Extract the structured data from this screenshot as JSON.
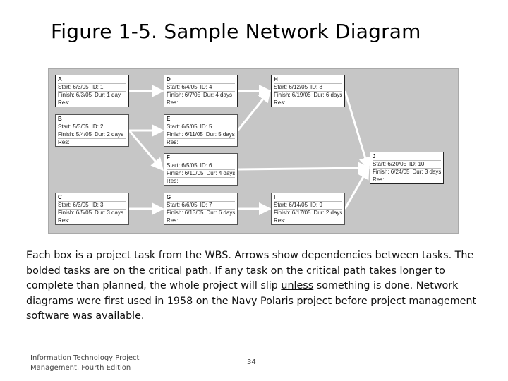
{
  "slide": {
    "title": "Figure 1-5. Sample Network Diagram",
    "caption_parts": [
      "Each box is a project task from the WBS. Arrows show dependencies between tasks. The bolded tasks are on the critical path. If any task on the critical path takes longer to complete than planned, the whole project will slip ",
      "unless",
      " something is done. Network diagrams were first used in 1958 on the Navy Polaris project before project management software was available."
    ],
    "footer_left": "Information Technology Project Management, Fourth Edition",
    "page_number": "34"
  },
  "diagram": {
    "tasks": [
      {
        "id": "A",
        "name": "A",
        "start": "Start:  6/3/05",
        "id_label": "ID:  1",
        "finish": "Finish: 6/3/05",
        "dur": "Dur: 1 day",
        "res": "Res:",
        "critical": true
      },
      {
        "id": "B",
        "name": "B",
        "start": "Start:  5/3/05",
        "id_label": "ID:  2",
        "finish": "Finish: 5/4/05",
        "dur": "Dur: 2 days",
        "res": "Res:",
        "critical": false
      },
      {
        "id": "C",
        "name": "C",
        "start": "Start:  6/3/05",
        "id_label": "ID:  3",
        "finish": "Finish: 6/5/05",
        "dur": "Dur: 3 days",
        "res": "Res:",
        "critical": false
      },
      {
        "id": "D",
        "name": "D",
        "start": "Start:  6/4/05",
        "id_label": "ID:  4",
        "finish": "Finish: 6/7/05",
        "dur": "Dur: 4 days",
        "res": "Res:",
        "critical": true
      },
      {
        "id": "E",
        "name": "E",
        "start": "Start:  6/5/05",
        "id_label": "ID:  5",
        "finish": "Finish: 6/11/05",
        "dur": "Dur: 5 days",
        "res": "Res:",
        "critical": false
      },
      {
        "id": "F",
        "name": "F",
        "start": "Start:  6/5/05",
        "id_label": "ID:  6",
        "finish": "Finish: 6/10/05",
        "dur": "Dur: 4 days",
        "res": "Res:",
        "critical": false
      },
      {
        "id": "G",
        "name": "G",
        "start": "Start:  6/6/05",
        "id_label": "ID:  7",
        "finish": "Finish: 6/13/05",
        "dur": "Dur: 6 days",
        "res": "Res:",
        "critical": false
      },
      {
        "id": "H",
        "name": "H",
        "start": "Start:  6/12/05",
        "id_label": "ID:  8",
        "finish": "Finish: 6/19/05",
        "dur": "Dur: 6 days",
        "res": "Res:",
        "critical": true
      },
      {
        "id": "I",
        "name": "I",
        "start": "Start:  6/14/05",
        "id_label": "ID:  9",
        "finish": "Finish: 6/17/05",
        "dur": "Dur: 2 days",
        "res": "Res:",
        "critical": false
      },
      {
        "id": "J",
        "name": "J",
        "start": "Start:  6/20/05",
        "id_label": "ID:  10",
        "finish": "Finish: 6/24/05",
        "dur": "Dur: 3 days",
        "res": "Res:",
        "critical": true
      }
    ],
    "edges": [
      [
        "A",
        "D"
      ],
      [
        "B",
        "E"
      ],
      [
        "B",
        "F"
      ],
      [
        "D",
        "H"
      ],
      [
        "E",
        "H"
      ],
      [
        "H",
        "J"
      ],
      [
        "F",
        "J"
      ],
      [
        "C",
        "G"
      ],
      [
        "G",
        "I"
      ],
      [
        "I",
        "J"
      ]
    ]
  }
}
